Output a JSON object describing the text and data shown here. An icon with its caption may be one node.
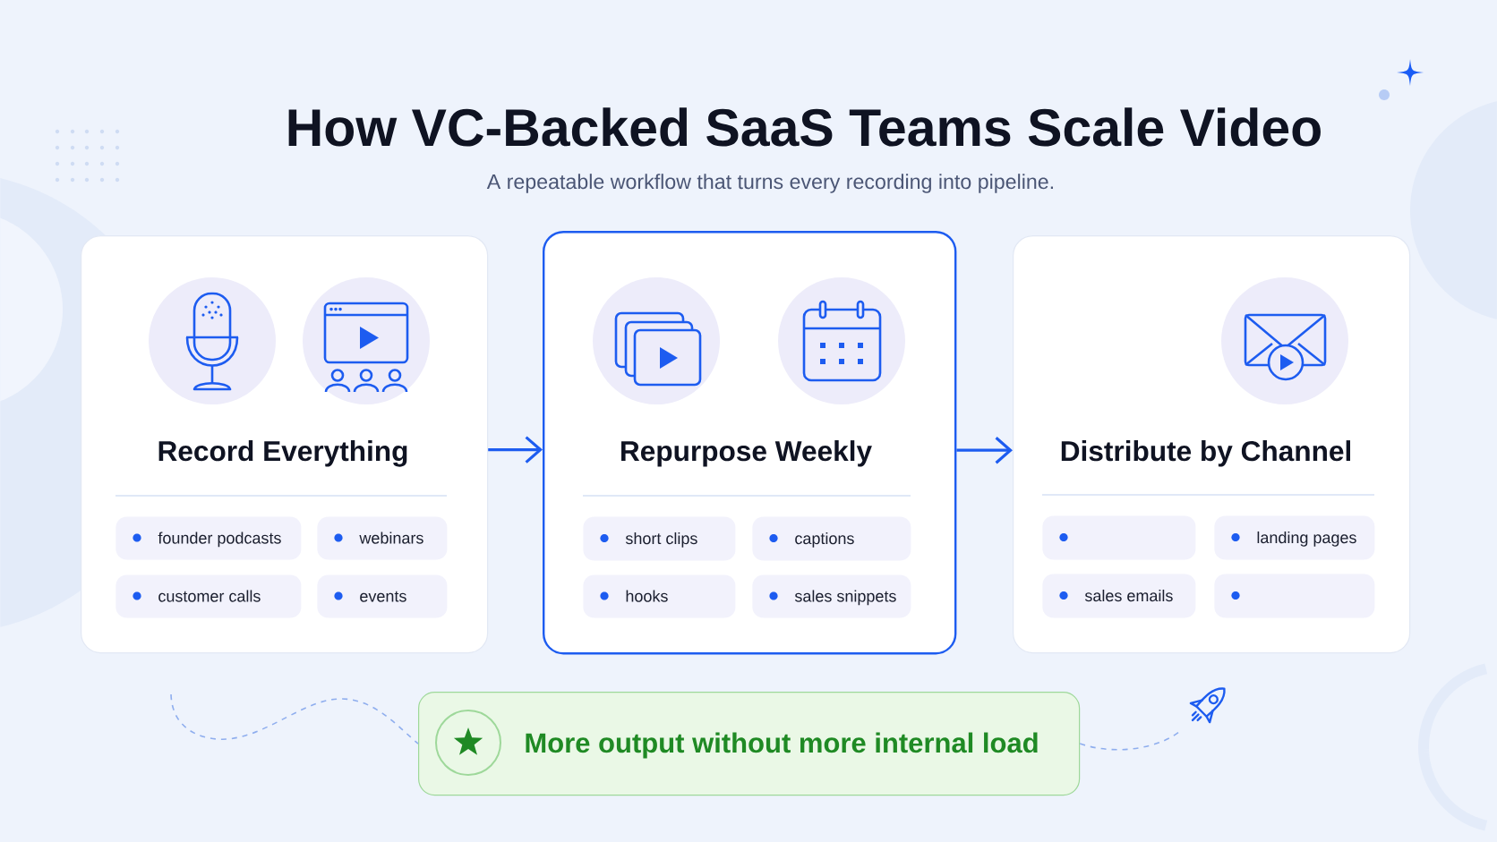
{
  "diagram": {
    "title": "How VC-Backed SaaS Teams Scale Video",
    "nodes": [
      {
        "text": [
          "Record Everything"
        ]
      },
      {
        "text": [
          "founder podcasts"
        ],
        "in": 0
      },
      {
        "text": [
          "webinars"
        ],
        "in": 0
      },
      {
        "text": [
          "customer calls"
        ],
        "in": 0
      },
      {
        "text": [
          "events"
        ],
        "in": 0
      },
      {
        "text": [
          "Repurpose Weekly"
        ]
      },
      {
        "text": [
          "short clips"
        ],
        "in": 5
      },
      {
        "text": [
          "captions"
        ],
        "in": 5
      },
      {
        "text": [
          "hooks"
        ],
        "in": 5
      },
      {
        "text": [
          "sales snippets"
        ],
        "in": 5
      },
      {
        "text": [
          "Distribute by Channel"
        ]
      },
      {
        "text": [],
        "shape": "box",
        "in": 10
      },
      {
        "text": [
          "landing pages"
        ],
        "in": 10
      },
      {
        "text": [
          "sales emails"
        ],
        "in": 10
      },
      {
        "text": [],
        "shape": "box",
        "in": 10
      },
      {
        "text": [
          "More output without more internal load"
        ]
      },
      {
        "text": [],
        "shape": "picture"
      }
    ],
    "edges": [
      {
        "from": 0,
        "to": 5,
        "arrow": "to"
      },
      {
        "from": 5,
        "to": 10,
        "arrow": "to"
      },
      {
        "from": null,
        "to": 15,
        "arrow": "none",
        "style": "dashed",
        "color": "#8faeee"
      },
      {
        "from": 15,
        "to": 16,
        "arrow": "none",
        "style": "dashed",
        "color": "#8faeee"
      }
    ],
    "labels": [
      "A repeatable workflow that turns every recording into pipeline."
    ]
  }
}
